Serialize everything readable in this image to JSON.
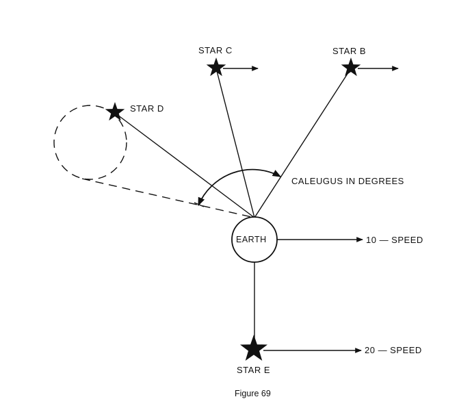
{
  "labels": {
    "star_c": "STAR C",
    "star_b": "STAR B",
    "star_d": "STAR D",
    "star_e": "STAR E",
    "earth": "EARTH",
    "angle": "CALEUGUS IN DEGREES",
    "earth_speed": "10 — SPEED",
    "star_e_speed": "20 — SPEED",
    "caption": "Figure 69"
  },
  "colors": {
    "ink": "#111111",
    "background": "#ffffff"
  }
}
